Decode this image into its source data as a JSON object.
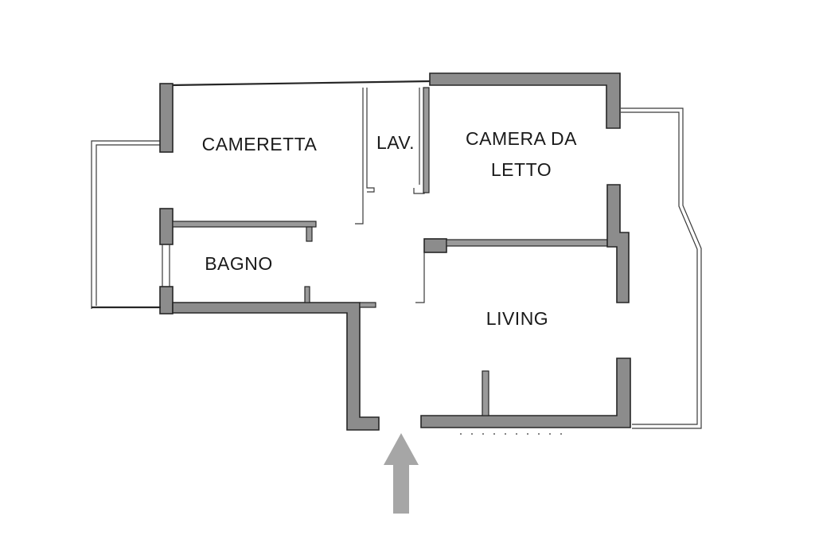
{
  "rooms": {
    "cameretta": "CAMERETTA",
    "lav": "LAV.",
    "camera_line1": "CAMERA DA",
    "camera_line2": "LETTO",
    "bagno": "BAGNO",
    "living": "LIVING"
  },
  "colors": {
    "wall_fill": "#8c8c8c",
    "line": "#262626",
    "entrance_arrow": "#a6a6a6",
    "background": "#ffffff"
  },
  "icons": {
    "entrance": "entrance-arrow-icon"
  }
}
